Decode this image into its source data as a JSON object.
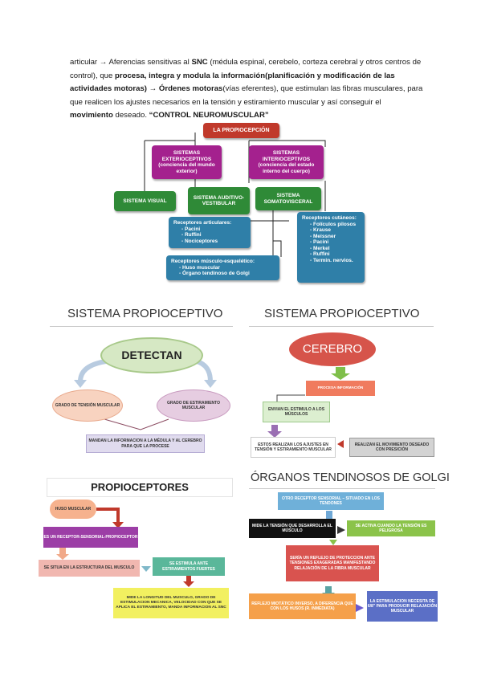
{
  "paragraph": {
    "p1": "articular → Aferencias sensitivas al ",
    "p2": "SNC",
    "p3": " (médula espinal, cerebelo, corteza cerebral y otros centros de control), que ",
    "p4": "procesa, integra y modula la información(planificación y modificación de las actividades motoras)",
    "p5": " → ",
    "p6": "Órdenes motoras",
    "p7": "(vías eferentes), que estimulan las fibras musculares, para que realicen los ajustes necesarios en la tensión y estiramiento muscular y así conseguir el ",
    "p8": "movimiento",
    "p9": " deseado.  ",
    "p10": "“CONTROL NEUROMUSCULAR”"
  },
  "diagram1": {
    "root": "LA PROPIOCEPCIÓN",
    "exteroceptivos": "SISTEMAS EXTERIOCEPTIVOS (conciencia del mundo exterior)",
    "interoceptivos": "SISTEMAS INTERIOCEPTIVOS (conciencia del estado interno del cuerpo)",
    "visual": "SISTEMA VISUAL",
    "auditivo": "SISTEMA AUDITIVO-VESTIBULAR",
    "somato": "SISTEMA SOMATOVISCERAL",
    "articulares_title": "Receptores articulares:",
    "articulares_items": [
      "Pacini",
      "Ruffini",
      "Nociceptores"
    ],
    "musculo_title": "Receptores músculo-esquelético:",
    "musculo_items": [
      "Huso muscular",
      "Órgano tendinoso de Golgi"
    ],
    "cutaneos_title": "Receptores cutáneos:",
    "cutaneos_items": [
      "Folículos pilosos",
      "Krause",
      "Meissner",
      "Pacini",
      "Merkel",
      "Ruffini",
      "Termin. nervios."
    ]
  },
  "panel_detectan": {
    "title": "SISTEMA PROPIOCEPTIVO",
    "center": "DETECTAN",
    "left": "GRADO DE TENSIÓN MUSCULAR",
    "right": "GRADO DE ESTIRAMIENTO MUSCULAR",
    "bottom": "MANDAN LA INFORMACION A LA MÉDULA Y AL CEREBRO PARA QUE LA PROCESE"
  },
  "panel_cerebro": {
    "title": "SISTEMA PROPIOCEPTIVO",
    "center": "CEREBRO",
    "procesa": "PROCESA INFORMACIÓN",
    "envian": "ENVIAN EL ESTIMULO A LOS MÚSCULOS",
    "ajustes": "ESTOS REALIZAN LOS AJUSTES EN TENSIÓN Y ESTIRAMIENTO MUSCULAR",
    "movimiento": "REALIZAN EL MOVIMIENTO DESEADO CON PRESICIÓN"
  },
  "panel_propioceptores": {
    "title": "PROPIOCEPTORES",
    "huso": "HUSO MUSCULAR",
    "receptor": "ES UN RECEPTOR-SENSORIAL-PROPIOCEPTOR",
    "situa": "SE SITUA EN LA ESTRUCTURA DEL MUSCULO",
    "estimula": "SE ESTIMULA ANTE ESTIRAMIENTOS FUERTES",
    "mide": "MIDE LA LONGITUD DEL MUSCULO, GRADO DE ESTIMULACION MECANICA, VELOCIDAD CON QUE SE APLICA EL ESTIRAMIENTO, MANDA INFORMACION AL SNC"
  },
  "panel_golgi": {
    "title": "ÓRGANOS TENDINOSOS DE GOLGI",
    "otro": "OTRO RECEPTOR SENSORIAL – SITUADO EN LOS TENDONES",
    "mide": "MIDE LA TENSIÓN QUE DESARROLLA EL MÚSCULO",
    "activa": "SE ACTIVA CUANDO LA TENSIÓN ES PELIGROSA",
    "reflejo": "SERÍA UN REFLEJO DE PROTECCION ANTE TENSIONES EXAGERADAS MANIFESTANDO RELAJACIÓN DE LA FIBRA MUSCULAR",
    "miotatico": "REFLEJO MIOTÁTICO INVERSO, A DIFERENCIA QUE CON LOS HUSOS (R. INMEDIATA)",
    "estimulacion": "LA ESTIMULACION NECESITA DE 6/8\" PARA PRODUCIR RELAJACIÓN MUSCULAR"
  },
  "colors": {
    "red": "#c0392b",
    "magenta": "#a4218e",
    "green": "#2f8a37",
    "blue": "#2f7fa8",
    "peach": "#f7c9b0",
    "pink": "#e4c6dc",
    "lavender": "#dcd6ea",
    "lightgreen": "#c9e6c0"
  }
}
